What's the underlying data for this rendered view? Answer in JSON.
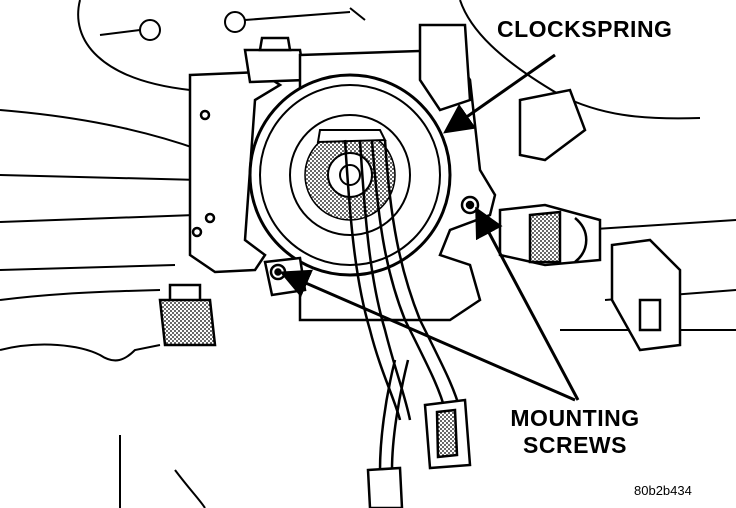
{
  "labels": {
    "clockspring": "CLOCKSPRING",
    "mounting_line1": "MOUNTING",
    "mounting_line2": "SCREWS",
    "figure_id": "80b2b434"
  },
  "colors": {
    "ink": "#000000",
    "paper": "#ffffff",
    "shade": "#8a8a8a"
  }
}
